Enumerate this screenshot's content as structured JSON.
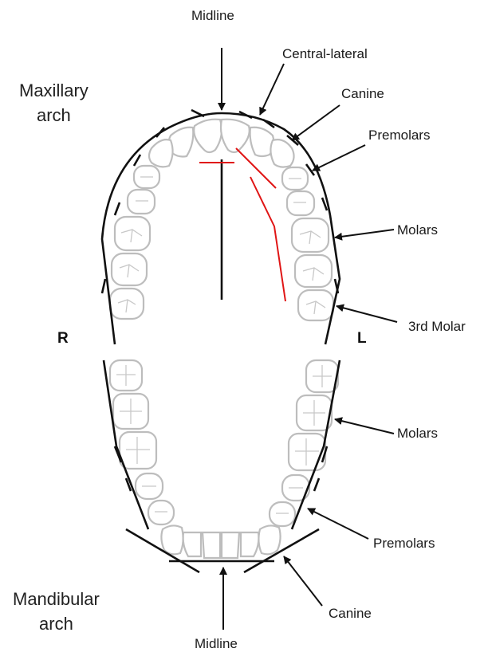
{
  "title_top": "Maxillary arch",
  "title_top_lines": [
    "Maxillary",
    "arch"
  ],
  "title_bottom": "Mandibular arch",
  "title_bottom_lines": [
    "Mandibular",
    "arch"
  ],
  "side_right": "R",
  "side_left": "L",
  "labels_upper": {
    "midline": "Midline",
    "central_lateral": "Central-lateral",
    "canine": "Canine",
    "premolars": "Premolars",
    "molars": "Molars",
    "third_molar": "3rd Molar"
  },
  "labels_lower": {
    "molars": "Molars",
    "premolars": "Premolars",
    "canine": "Canine",
    "midline": "Midline"
  },
  "colors": {
    "tooth_outline": "#bdbdbd",
    "arch_line": "#111111",
    "red_guideline": "#e01515"
  }
}
